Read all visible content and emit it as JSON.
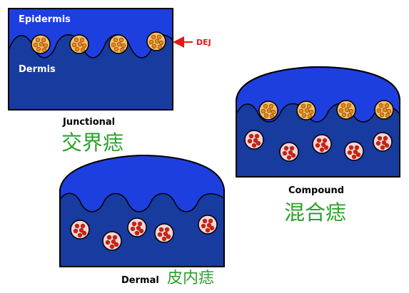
{
  "colors": {
    "epidermis": "#1e3fe0",
    "dermis": "#173b9e",
    "outline": "#000000",
    "junctional_cell_fill": "#f5be6e",
    "junctional_dot": "#e58a1b",
    "dermal_cell_fill": "#f7d3d8",
    "dermal_dot": "#e01818",
    "chinese_label": "#2aa22a",
    "dej_arrow": "#e31818",
    "layer_label": "#ffffff"
  },
  "panels": {
    "junctional": {
      "layer_top": "Epidermis",
      "layer_bottom": "Dermis",
      "dej_label": "DEJ",
      "name_en": "Junctional",
      "name_zh": "交界痣"
    },
    "compound": {
      "name_en": "Compound",
      "name_zh": "混合痣"
    },
    "dermal": {
      "name_en": "Dermal",
      "name_zh": "皮内痣"
    }
  }
}
